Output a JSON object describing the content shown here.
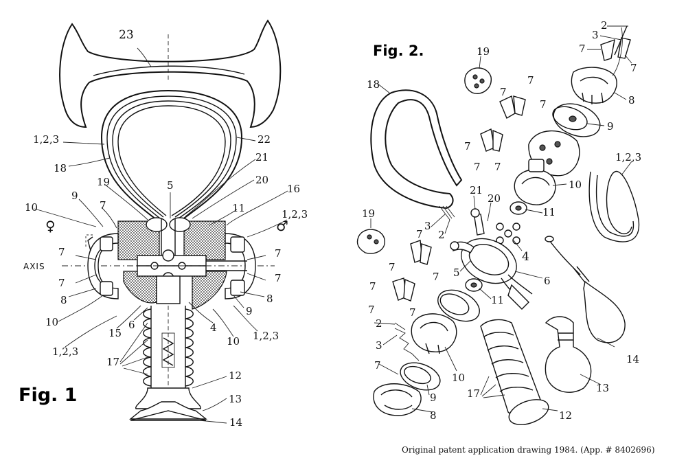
{
  "figure1": {
    "title": "Fig. 1",
    "axis_label": "AXIS",
    "female_symbol": "♀",
    "male_symbol": "♂",
    "labels": {
      "l23": "23",
      "l123_top": "1,2,3",
      "l22": "22",
      "l18": "18",
      "l21": "21",
      "l5": "5",
      "l20": "20",
      "l16": "16",
      "l19": "19",
      "l11": "11",
      "l9_top": "9",
      "l7_top": "7",
      "l10_top": "10",
      "l123_right": "1,2,3",
      "l7_left1": "7",
      "l7_left2": "7",
      "l7_right1": "7",
      "l7_right2": "7",
      "l8_left": "8",
      "l8_right": "8",
      "l10_left": "10",
      "l9_right": "9",
      "l15": "15",
      "l6": "6",
      "l4": "4",
      "l10_bottom": "10",
      "l123_bottom_right": "1,2,3",
      "l123_bottom_left": "1,2,3",
      "l17": "17",
      "l12": "12",
      "l13": "13",
      "l14": "14"
    }
  },
  "figure2": {
    "title": "Fig. 2.",
    "labels": {
      "l2_top": "2",
      "l3_top": "3",
      "l7_a": "7",
      "l7_b": "7",
      "l19_top": "19",
      "l18": "18",
      "l7_c": "7",
      "l7_d": "7",
      "l7_e": "7",
      "l8_top": "8",
      "l9_top": "9",
      "l7_f": "7",
      "l7_g": "7",
      "l7_h": "7",
      "l10_top": "10",
      "l123": "1,2,3",
      "l21": "21",
      "l20": "20",
      "l11_top": "11",
      "l19_mid": "19",
      "l3_mid": "3",
      "l2_mid": "2",
      "l7_i": "7",
      "l4": "4",
      "l7_j": "7",
      "l7_k": "7",
      "l5": "5",
      "l6": "6",
      "l11_mid": "11",
      "l7_l": "7",
      "l7_m": "7",
      "l7_n": "7",
      "l14": "14",
      "l2_bottom": "2",
      "l3_bottom": "3",
      "l7_o": "7",
      "l10_bottom": "10",
      "l9_bottom": "9",
      "l17": "17",
      "l13": "13",
      "l8_bottom": "8",
      "l12": "12"
    }
  },
  "caption": "Original patent application drawing 1984. (App. # 8402696)"
}
